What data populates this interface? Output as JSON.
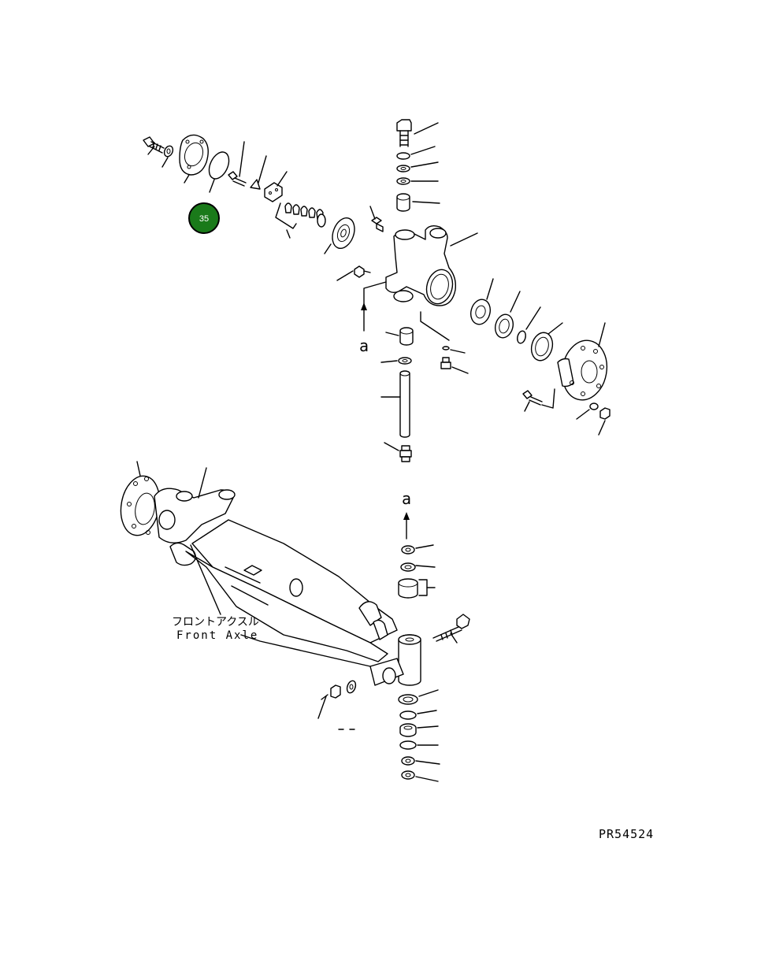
{
  "diagram": {
    "drawing_number": "PR54524",
    "label_jp": "フロントアクスル",
    "label_en": "Front Axle",
    "view_marker_top": "a",
    "view_marker_bottom": "a",
    "callout": {
      "number": "35",
      "color": "#1a7a1a",
      "ring_color": "#000000"
    }
  }
}
